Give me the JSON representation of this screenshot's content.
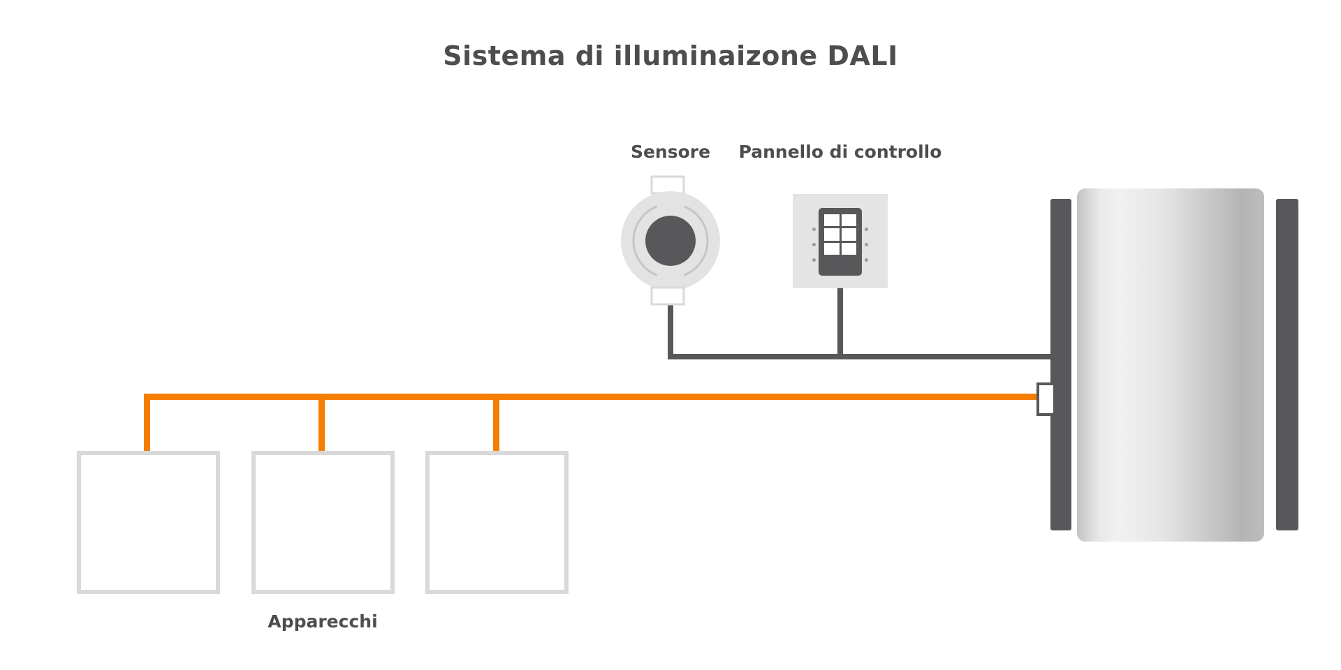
{
  "title": "Sistema di illuminaizone DALI",
  "components": {
    "sensor": {
      "label": "Sensore"
    },
    "control_panel": {
      "label": "Pannello di controllo"
    },
    "fixtures": {
      "label": "Apparecchi",
      "count": 3
    },
    "driver_unit": {
      "label": ""
    }
  },
  "connections": [
    {
      "from": "sensor",
      "to": "driver_unit",
      "bus": "control",
      "color": "#58585a"
    },
    {
      "from": "control_panel",
      "to": "driver_unit",
      "bus": "control",
      "color": "#58585a"
    },
    {
      "from": "driver_unit",
      "to": "fixtures",
      "bus": "dali",
      "color": "#f57d00"
    }
  ],
  "colors": {
    "text": "#4d4d4f",
    "dark_gray": "#58585a",
    "orange_bus": "#f57d00",
    "light_gray": "#e3e3e3",
    "fixture_border": "#d9d9d9",
    "background": "#ffffff"
  }
}
